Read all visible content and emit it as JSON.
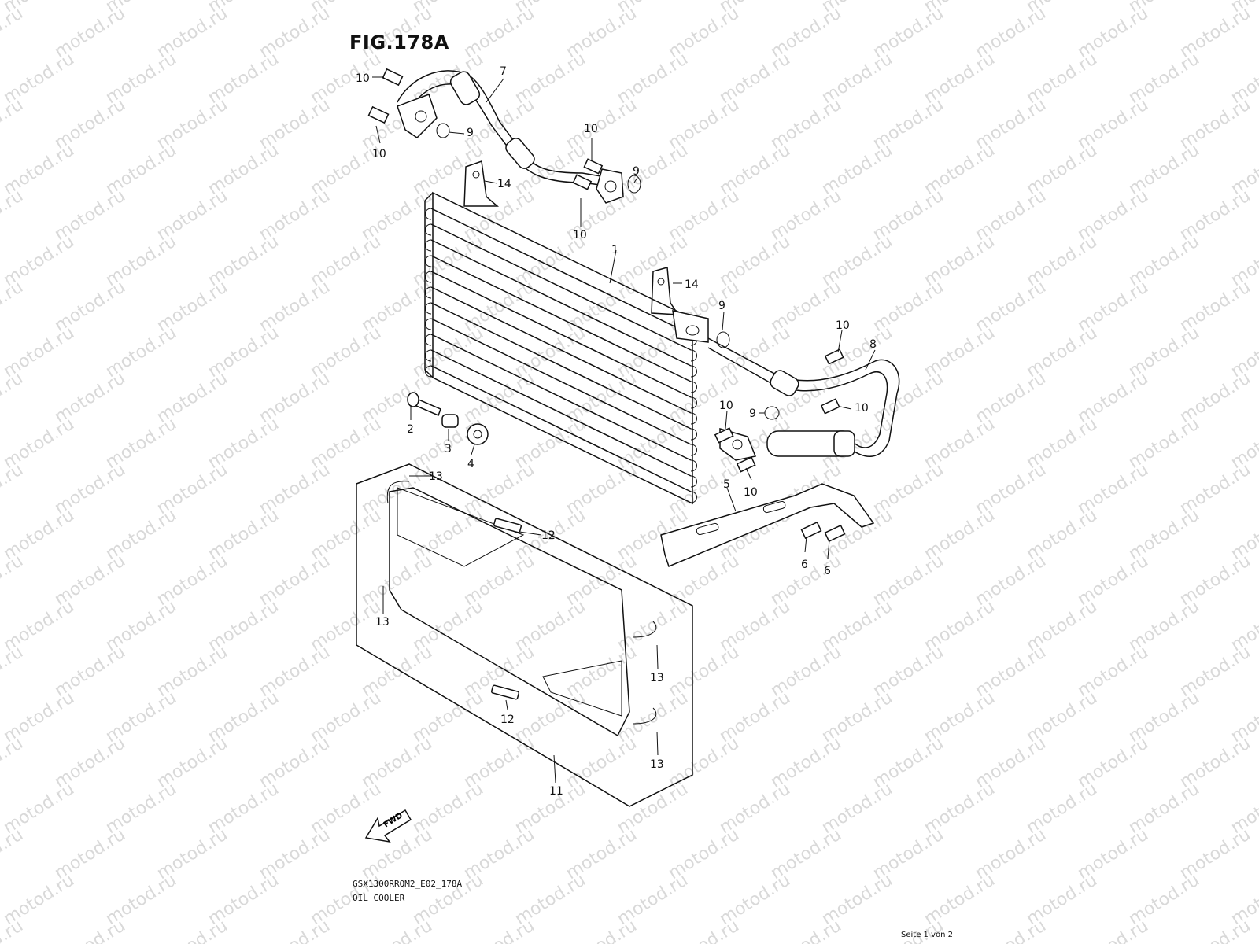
{
  "figure": {
    "title": "FIG.178A",
    "model_code": "GSX1300RRQM2_E02_178A",
    "caption": "OIL COOLER",
    "page_indicator": "Seite 1 von 2",
    "watermark": "motod.ru",
    "fwd_label": "FWD"
  },
  "callouts": {
    "c1": "1",
    "c2": "2",
    "c3": "3",
    "c4": "4",
    "c5": "5",
    "c6a": "6",
    "c6b": "6",
    "c7": "7",
    "c8": "8",
    "c9a": "9",
    "c9b": "9",
    "c9c": "9",
    "c9d": "9",
    "c10a": "10",
    "c10b": "10",
    "c10c": "10",
    "c10d": "10",
    "c10e": "10",
    "c10f": "10",
    "c10g": "10",
    "c10h": "10",
    "c11": "11",
    "c12a": "12",
    "c12b": "12",
    "c13a": "13",
    "c13b": "13",
    "c13c": "13",
    "c13d": "13",
    "c14a": "14",
    "c14b": "14"
  },
  "colors": {
    "line": "#111111",
    "watermark": "#d9d9d9",
    "background": "#ffffff"
  }
}
